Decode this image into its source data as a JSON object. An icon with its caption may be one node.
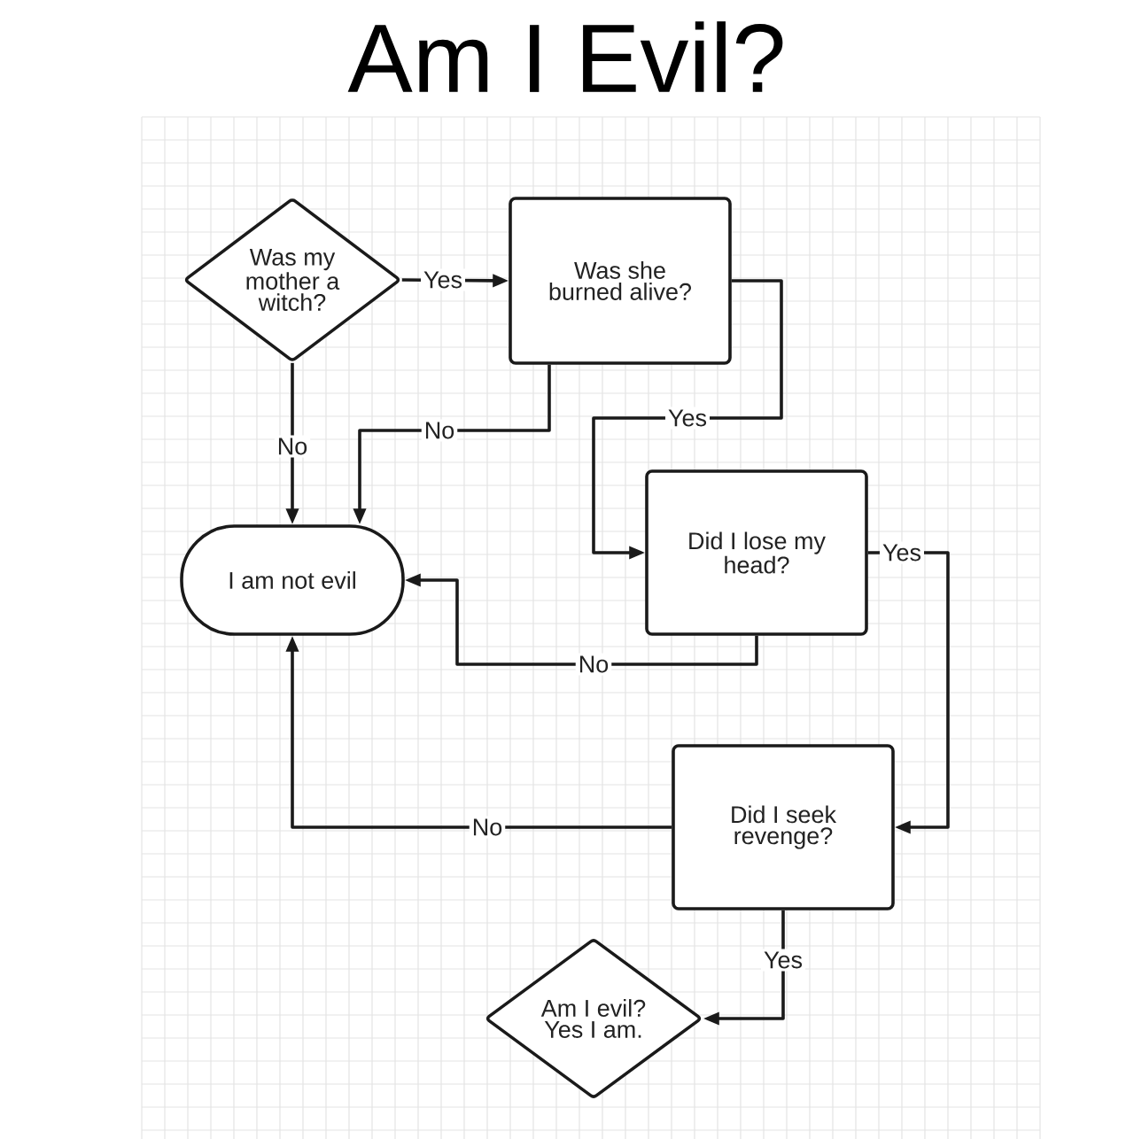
{
  "diagram": {
    "title": "Am I Evil?",
    "nodes": [
      {
        "text": [
          "Was my mother a witch?"
        ]
      },
      {
        "text": [
          "Was she burned alive?"
        ]
      },
      {
        "text": [
          "I am not evil"
        ]
      },
      {
        "text": [
          "Did I lose my head?"
        ]
      },
      {
        "text": [
          "Did I seek revenge?"
        ]
      },
      {
        "text": [
          "Am I evil? Yes I am."
        ]
      }
    ],
    "edges": [
      {
        "from": 0,
        "to": 1,
        "arrow": "to",
        "label": "Yes"
      },
      {
        "from": 0,
        "to": 2,
        "arrow": "to",
        "label": "No"
      },
      {
        "from": 1,
        "to": 2,
        "arrow": "to",
        "label": "No"
      },
      {
        "from": 1,
        "to": 3,
        "arrow": "to",
        "label": "Yes"
      },
      {
        "from": 3,
        "to": 2,
        "arrow": "to",
        "label": "No"
      },
      {
        "from": 3,
        "to": 4,
        "arrow": "to",
        "label": "Yes"
      },
      {
        "from": 4,
        "to": 2,
        "arrow": "to",
        "label": "No"
      },
      {
        "from": 4,
        "to": 5,
        "arrow": "to",
        "label": "Yes"
      }
    ]
  }
}
